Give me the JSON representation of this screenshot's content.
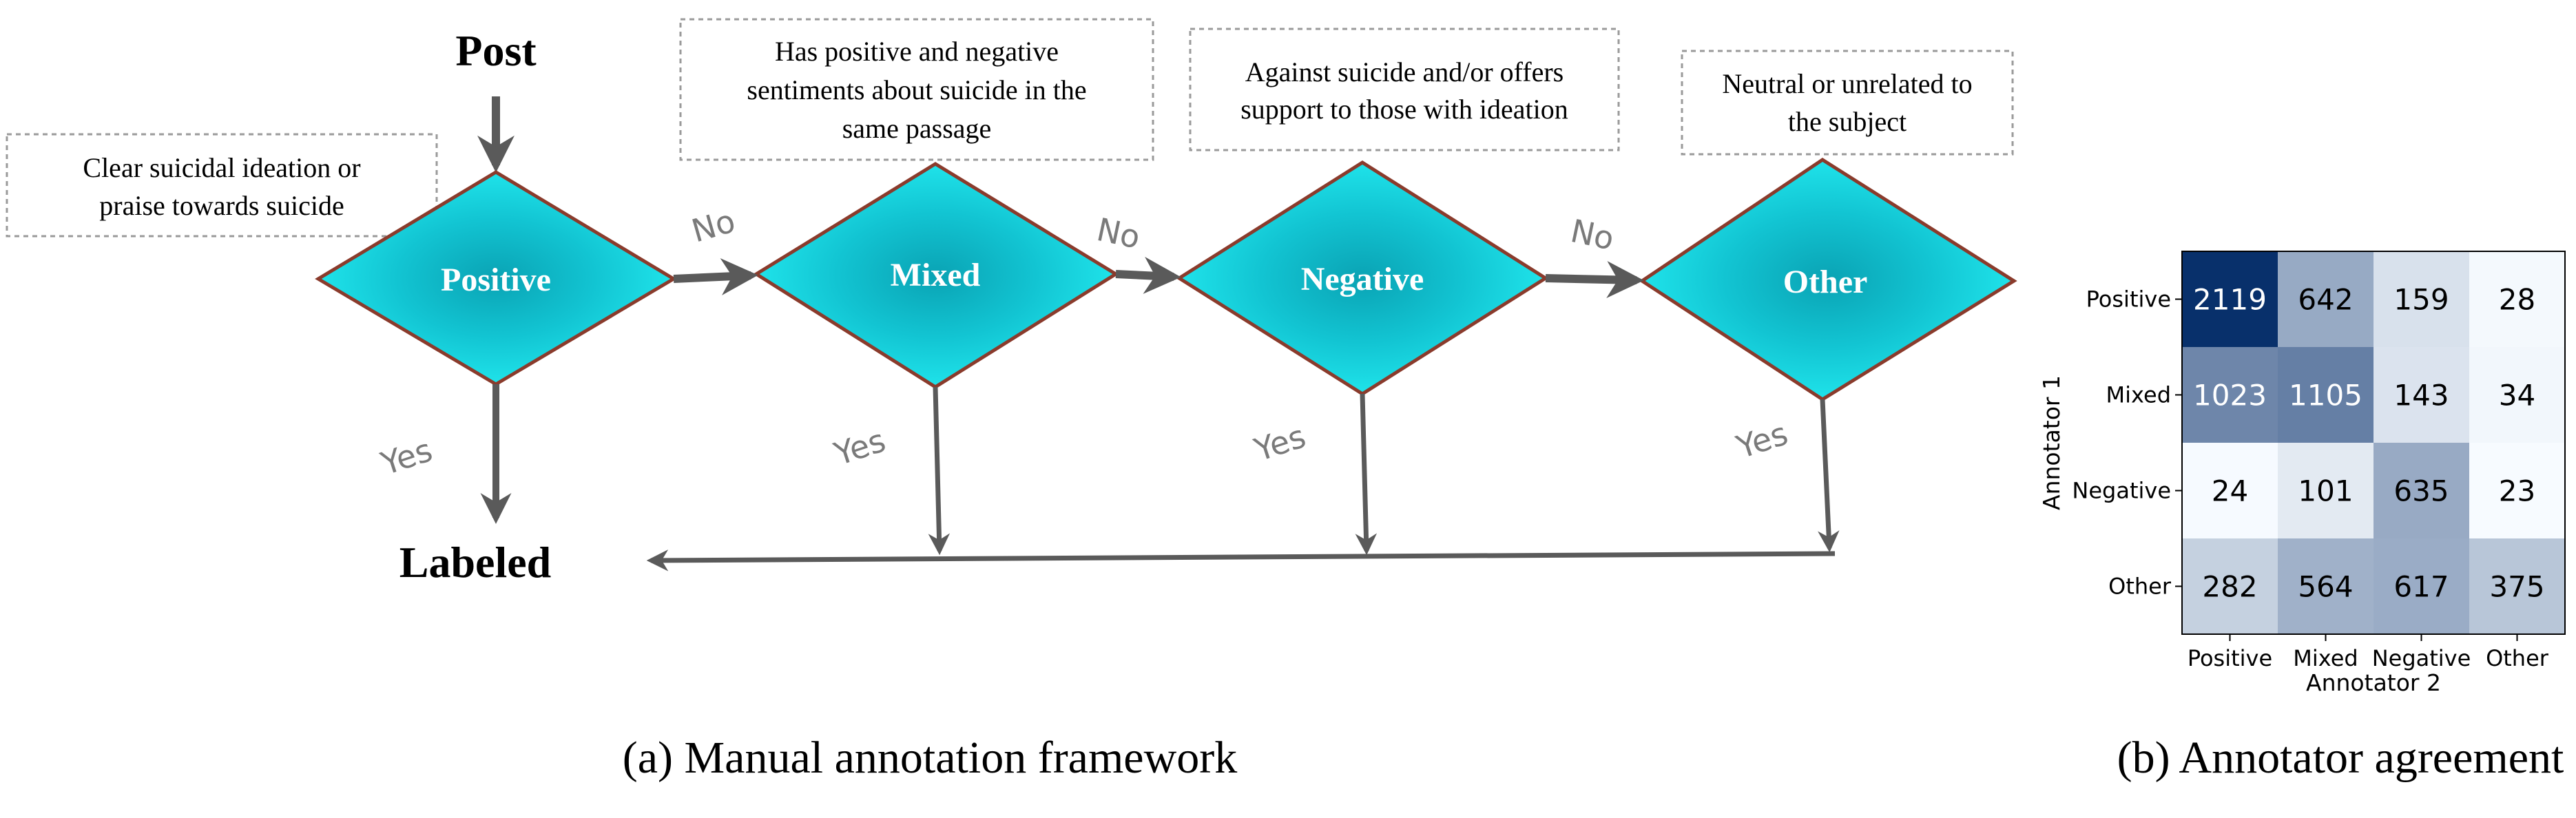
{
  "flowchart": {
    "start": "Post",
    "end": "Labeled",
    "yes_label": "Yes",
    "no_label": "No",
    "nodes": [
      {
        "label": "Positive",
        "description": [
          "Clear suicidal ideation or",
          "praise towards suicide"
        ]
      },
      {
        "label": "Mixed",
        "description": [
          "Has positive and negative",
          "sentiments about suicide in the",
          "same passage"
        ]
      },
      {
        "label": "Negative",
        "description": [
          "Against suicide and/or offers",
          "support to those with ideation"
        ]
      },
      {
        "label": "Other",
        "description": [
          "Neutral or unrelated to",
          "the subject"
        ]
      }
    ],
    "caption": "(a) Manual annotation framework"
  },
  "matrix": {
    "ylabel": "Annotator 1",
    "xlabel": "Annotator 2",
    "row_labels": [
      "Positive",
      "Mixed",
      "Negative",
      "Other"
    ],
    "col_labels": [
      "Positive",
      "Mixed",
      "Negative",
      "Other"
    ],
    "values": [
      [
        2119,
        642,
        159,
        28
      ],
      [
        1023,
        1105,
        143,
        34
      ],
      [
        24,
        101,
        635,
        23
      ],
      [
        282,
        564,
        617,
        375
      ]
    ],
    "colors": {
      "low": "#f7fbff",
      "high": "#08306b"
    },
    "caption": "(b) Annotator agreement"
  },
  "chart_data": {
    "type": "heatmap",
    "title": "",
    "xlabel": "Annotator 2",
    "ylabel": "Annotator 1",
    "x": [
      "Positive",
      "Mixed",
      "Negative",
      "Other"
    ],
    "y": [
      "Positive",
      "Mixed",
      "Negative",
      "Other"
    ],
    "values": [
      [
        2119,
        642,
        159,
        28
      ],
      [
        1023,
        1105,
        143,
        34
      ],
      [
        24,
        101,
        635,
        23
      ],
      [
        282,
        564,
        617,
        375
      ]
    ],
    "colormap": "Blues"
  }
}
